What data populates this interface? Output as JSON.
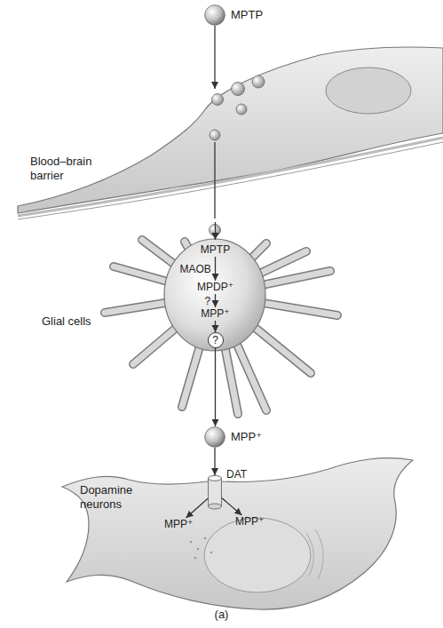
{
  "diagram": {
    "caption": "(a)",
    "nodes": [
      {
        "text": [
          "MPTP"
        ]
      },
      {
        "text": [
          "Blood–brain barrier"
        ]
      },
      {
        "text": [
          "Glial cells"
        ]
      },
      {
        "text": [
          "MPTP"
        ],
        "in": 2
      },
      {
        "text": [
          "MPDP⁺"
        ],
        "in": 2
      },
      {
        "text": [
          "MPP⁺"
        ],
        "in": 2
      },
      {
        "text": [
          "?"
        ],
        "in": 2
      },
      {
        "text": [
          "MPP⁺"
        ]
      },
      {
        "text": [
          "Dopamine neurons"
        ]
      },
      {
        "text": [
          "DAT"
        ],
        "in": 8
      },
      {
        "text": [
          "MPP⁺"
        ],
        "in": 8
      },
      {
        "text": [
          "MPP⁺"
        ],
        "in": 8
      }
    ],
    "edges": [
      {
        "from": 0,
        "to": 1,
        "arrow": "to"
      },
      {
        "from": 1,
        "to": 2,
        "arrow": "to"
      },
      {
        "from": 3,
        "to": 4,
        "label": "MAOB",
        "arrow": "to"
      },
      {
        "from": 4,
        "to": 5,
        "label": "?",
        "arrow": "to"
      },
      {
        "from": 5,
        "to": 6,
        "arrow": "to"
      },
      {
        "from": 6,
        "to": 7,
        "arrow": "to"
      },
      {
        "from": 7,
        "to": 9,
        "arrow": "to"
      },
      {
        "from": 9,
        "to": 10,
        "arrow": "to"
      },
      {
        "from": 9,
        "to": 11,
        "arrow": "to"
      }
    ]
  }
}
